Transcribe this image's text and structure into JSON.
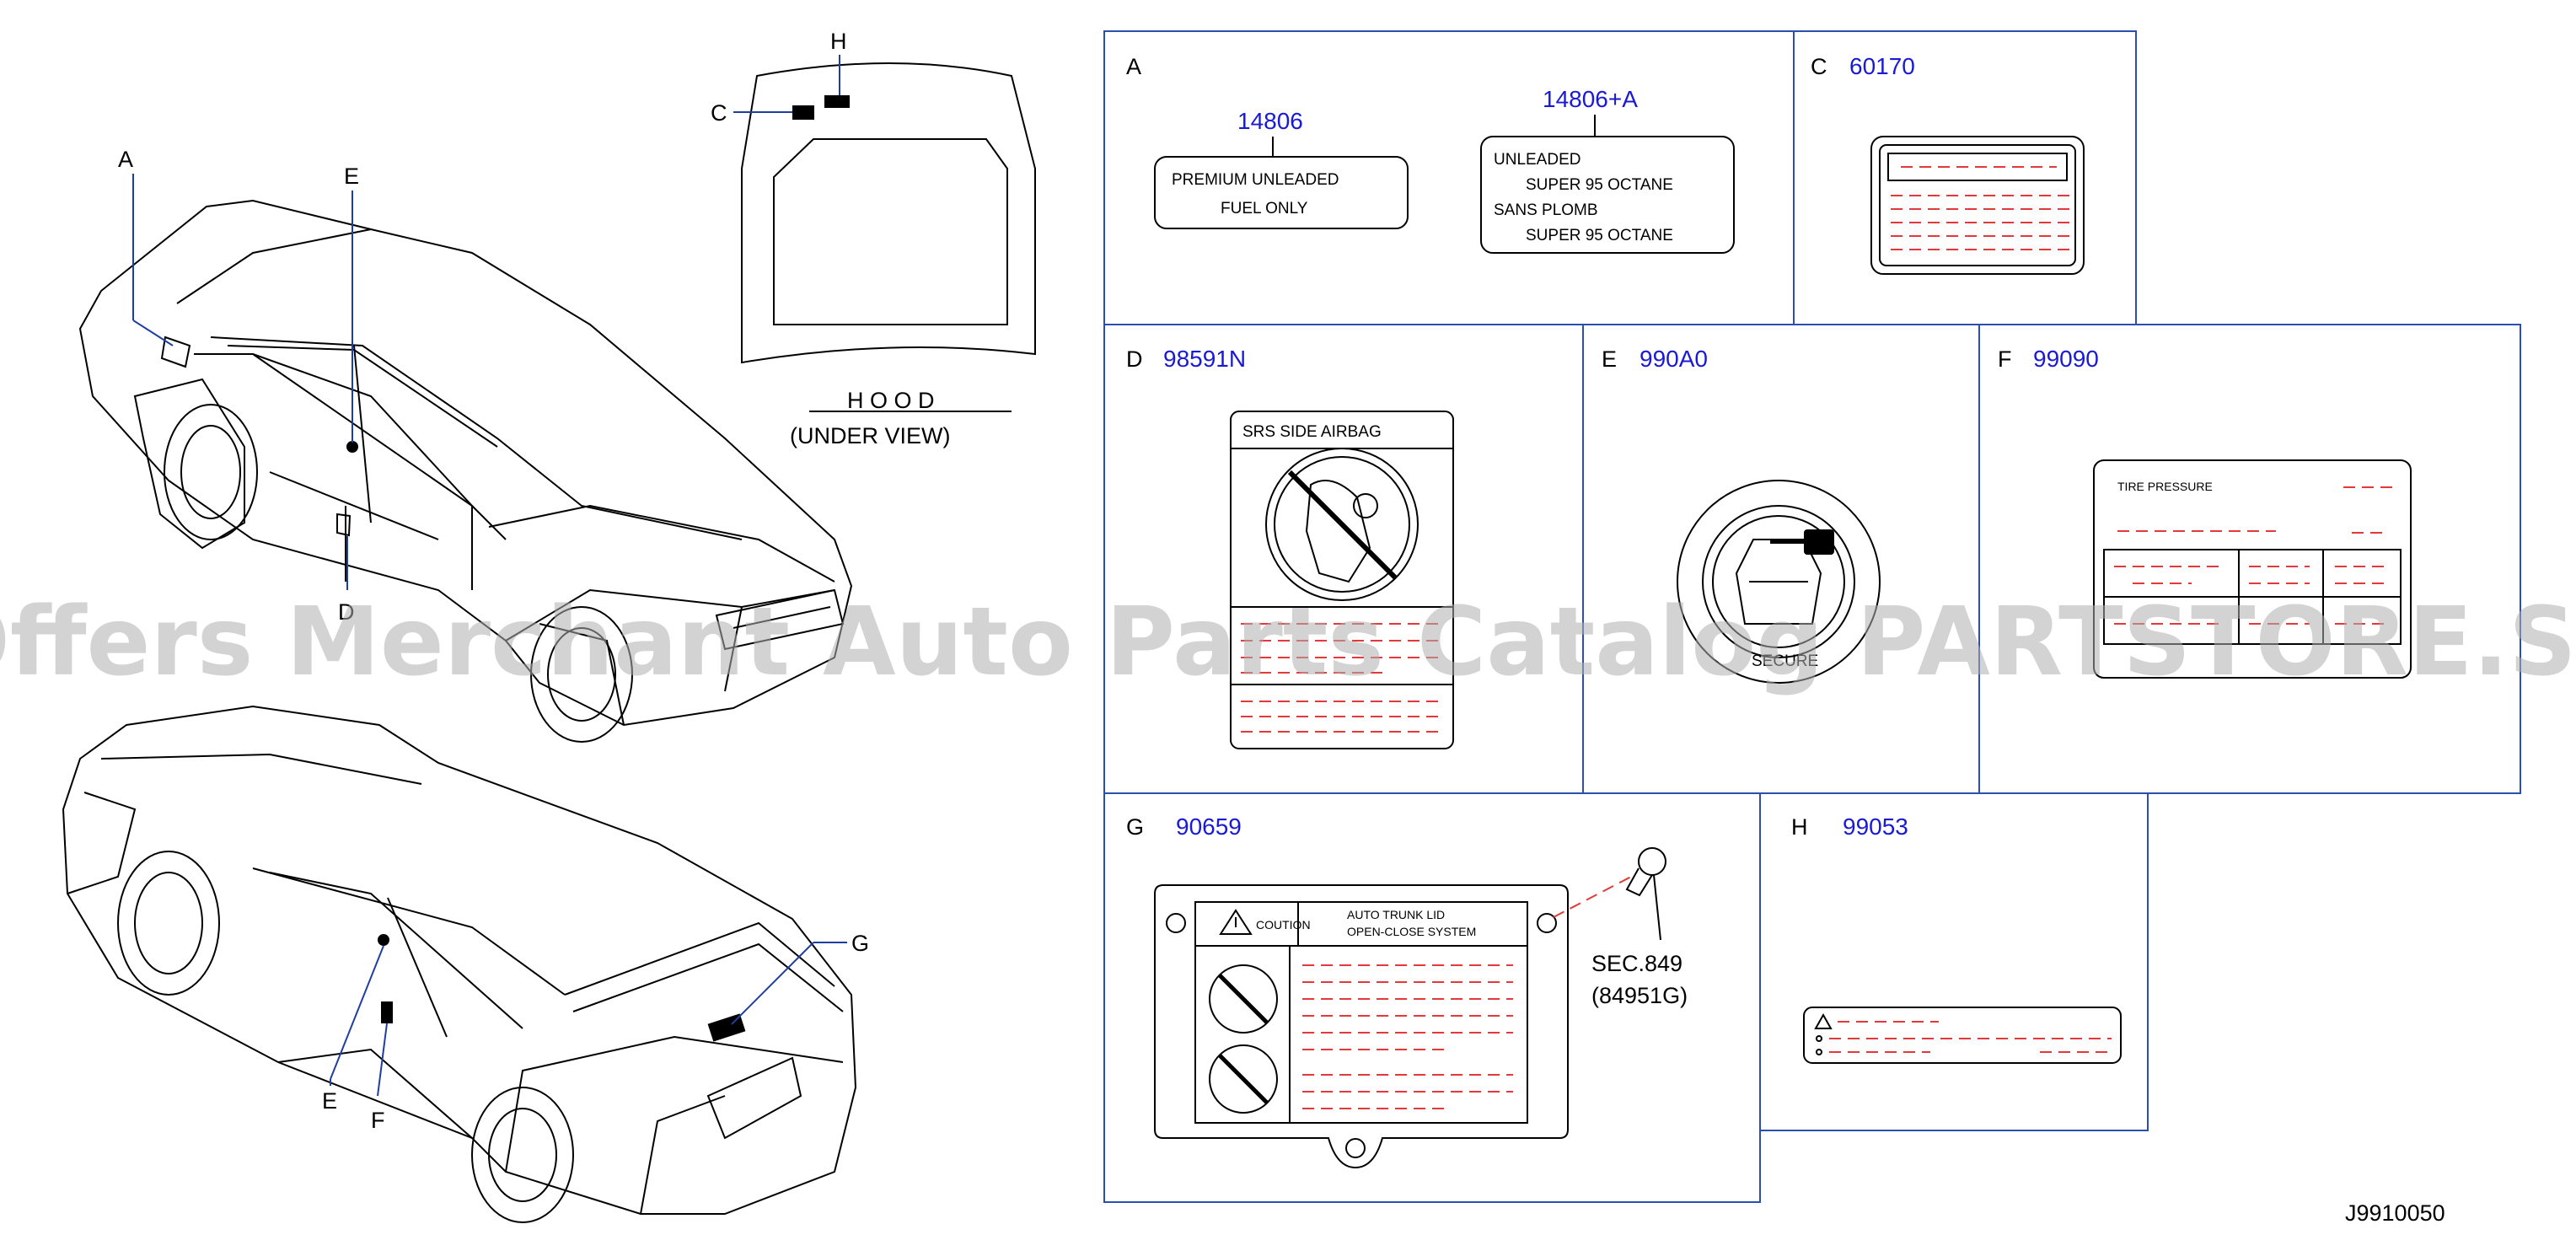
{
  "watermark": "Offers Merchant Auto Parts Catalog PARTSTORE.SA",
  "figure_code": "J9910050",
  "car_callouts": {
    "a": "A",
    "e_top": "E",
    "d": "D",
    "e_bottom": "E",
    "f": "F",
    "g": "G"
  },
  "hood": {
    "title": "H O O D",
    "subtitle": "(UNDER VIEW)",
    "callout_h": "H",
    "callout_c": "C"
  },
  "panels": {
    "a": {
      "letter": "A",
      "part1": "14806",
      "part2": "14806+A",
      "label1": [
        "PREMIUM    UNLEADED",
        "FUEL    ONLY"
      ],
      "label2": [
        "UNLEADED",
        "SUPER    95    OCTANE",
        "SANS    PLOMB",
        "SUPER    95    OCTANE"
      ]
    },
    "c": {
      "letter": "C",
      "part": "60170"
    },
    "d": {
      "letter": "D",
      "part": "98591N",
      "heading": "SRS    SIDE    AIRBAG"
    },
    "e": {
      "letter": "E",
      "part": "990A0",
      "ring_text": "SECURE"
    },
    "f": {
      "letter": "F",
      "part": "99090",
      "heading": "TIRE    PRESSURE"
    },
    "g": {
      "letter": "G",
      "part": "90659",
      "caution": "COUTION",
      "system": [
        "AUTO    TRUNK    LID",
        "OPEN-CLOSE    SYSTEM"
      ],
      "sec": "SEC.849",
      "sec_part": "(84951G)"
    },
    "h": {
      "letter": "H",
      "part": "99053"
    }
  },
  "colors": {
    "part_number": "#1a1ad6",
    "panel_border": "#2b4fb0",
    "placeholder_text": "#e23a3a"
  }
}
